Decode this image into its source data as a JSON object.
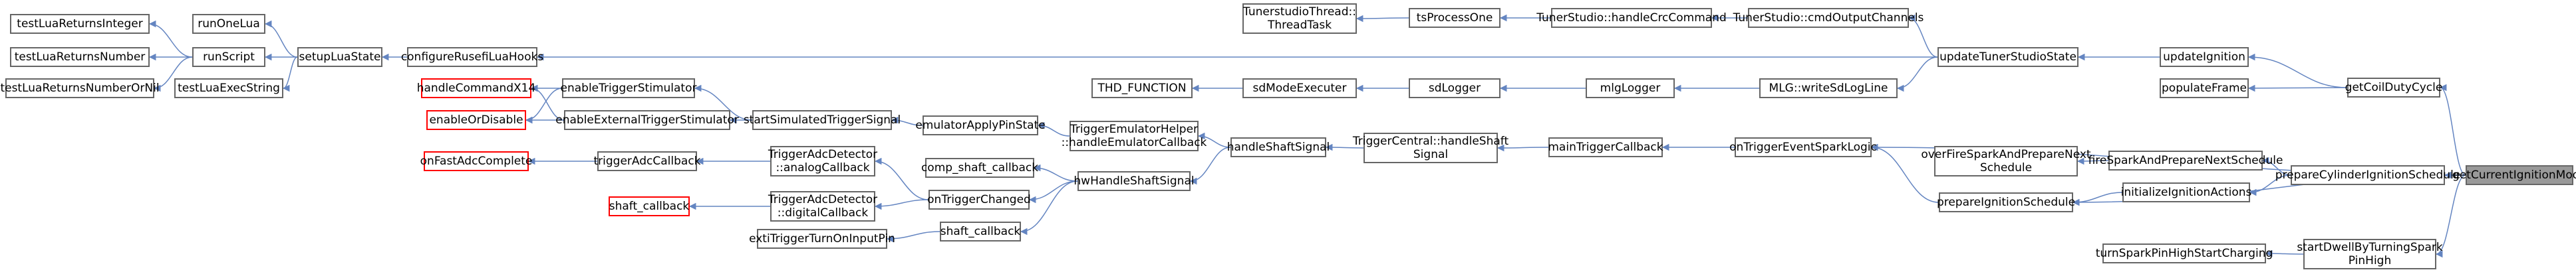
{
  "colors": {
    "edge": "#6485c1",
    "node_border": "#666666",
    "highlight_border": "#ff0000",
    "focus_fill": "#999999"
  },
  "nodes": [
    {
      "id": "getCurrentIgnitionMode",
      "label": "getCurrentIgnitionMode",
      "style": "focus"
    },
    {
      "id": "getCoilDutyCycle",
      "label": "getCoilDutyCycle"
    },
    {
      "id": "updateIgnition",
      "label": "updateIgnition"
    },
    {
      "id": "populateFrame",
      "label": "populateFrame"
    },
    {
      "id": "updateTunerStudioState",
      "label": "updateTunerStudioState"
    },
    {
      "id": "tunerCmdOutputChannels",
      "label": "TunerStudio::cmdOutputChannels"
    },
    {
      "id": "tunerHandleCrcCommand",
      "label": "TunerStudio::handleCrcCommand"
    },
    {
      "id": "tsProcessOne",
      "label": "tsProcessOne"
    },
    {
      "id": "tunerThreadTask",
      "label": "TunerstudioThread::\nThreadTask"
    },
    {
      "id": "mlgWriteSdLogLine",
      "label": "MLG::writeSdLogLine"
    },
    {
      "id": "mlgLogger",
      "label": "mlgLogger"
    },
    {
      "id": "sdLogger",
      "label": "sdLogger"
    },
    {
      "id": "sdModeExecuter",
      "label": "sdModeExecuter"
    },
    {
      "id": "THD_FUNCTION",
      "label": "THD_FUNCTION"
    },
    {
      "id": "configureRusefiLuaHooks",
      "label": "configureRusefiLuaHooks"
    },
    {
      "id": "setupLuaState",
      "label": "setupLuaState"
    },
    {
      "id": "runOneLua",
      "label": "runOneLua"
    },
    {
      "id": "runScript",
      "label": "runScript"
    },
    {
      "id": "testLuaReturnsInteger",
      "label": "testLuaReturnsInteger"
    },
    {
      "id": "testLuaReturnsNumber",
      "label": "testLuaReturnsNumber"
    },
    {
      "id": "testLuaReturnsNumberOrNil",
      "label": "testLuaReturnsNumberOrNil"
    },
    {
      "id": "testLuaExecString",
      "label": "testLuaExecString"
    },
    {
      "id": "startDwellByTurningSparkPinHigh",
      "label": "startDwellByTurningSpark\nPinHigh"
    },
    {
      "id": "turnSparkPinHighStartCharging",
      "label": "turnSparkPinHighStartCharging"
    },
    {
      "id": "onTriggerEventSparkLogic",
      "label": "onTriggerEventSparkLogic"
    },
    {
      "id": "mainTriggerCallback",
      "label": "mainTriggerCallback"
    },
    {
      "id": "triggerCentralHandleShaftSignal",
      "label": "TriggerCentral::handleShaft\nSignal"
    },
    {
      "id": "handleShaftSignal",
      "label": "handleShaftSignal"
    },
    {
      "id": "triggerEmulatorHelperHandleEmulatorCallback",
      "label": "TriggerEmulatorHelper\n::handleEmulatorCallback"
    },
    {
      "id": "emulatorApplyPinState",
      "label": "emulatorApplyPinState"
    },
    {
      "id": "startSimulatedTriggerSignal",
      "label": "startSimulatedTriggerSignal"
    },
    {
      "id": "enableTriggerStimulator",
      "label": "enableTriggerStimulator"
    },
    {
      "id": "enableExternalTriggerStimulator",
      "label": "enableExternalTriggerStimulator"
    },
    {
      "id": "handleCommandX14",
      "label": "handleCommandX14",
      "style": "red"
    },
    {
      "id": "enableOrDisable",
      "label": "enableOrDisable",
      "style": "red"
    },
    {
      "id": "hwHandleShaftSignal",
      "label": "hwHandleShaftSignal"
    },
    {
      "id": "compShaftCallback",
      "label": "comp_shaft_callback"
    },
    {
      "id": "onTriggerChanged",
      "label": "onTriggerChanged"
    },
    {
      "id": "triggerAdcDetectorAnalogCallback",
      "label": "TriggerAdcDetector\n::analogCallback"
    },
    {
      "id": "triggerAdcCallback",
      "label": "triggerAdcCallback"
    },
    {
      "id": "onFastAdcComplete",
      "label": "onFastAdcComplete",
      "style": "red"
    },
    {
      "id": "triggerAdcDetectorDigitalCallback",
      "label": "TriggerAdcDetector\n::digitalCallback"
    },
    {
      "id": "shaftCallbackRed",
      "label": "shaft_callback",
      "style": "red"
    },
    {
      "id": "shaftCallback",
      "label": "shaft_callback"
    },
    {
      "id": "extiTriggerTurnOnInputPin",
      "label": "extiTriggerTurnOnInputPin"
    },
    {
      "id": "prepareCylinderIgnitionSchedule",
      "label": "prepareCylinderIgnitionSchedule"
    },
    {
      "id": "fireSparkAndPrepareNextSchedule",
      "label": "fireSparkAndPrepareNextSchedule"
    },
    {
      "id": "overFireSparkAndPrepareNextSchedule",
      "label": "overFireSparkAndPrepareNext\nSchedule"
    },
    {
      "id": "prepareIgnitionSchedule",
      "label": "prepareIgnitionSchedule"
    },
    {
      "id": "initializeIgnitionActions",
      "label": "initializeIgnitionActions"
    }
  ]
}
